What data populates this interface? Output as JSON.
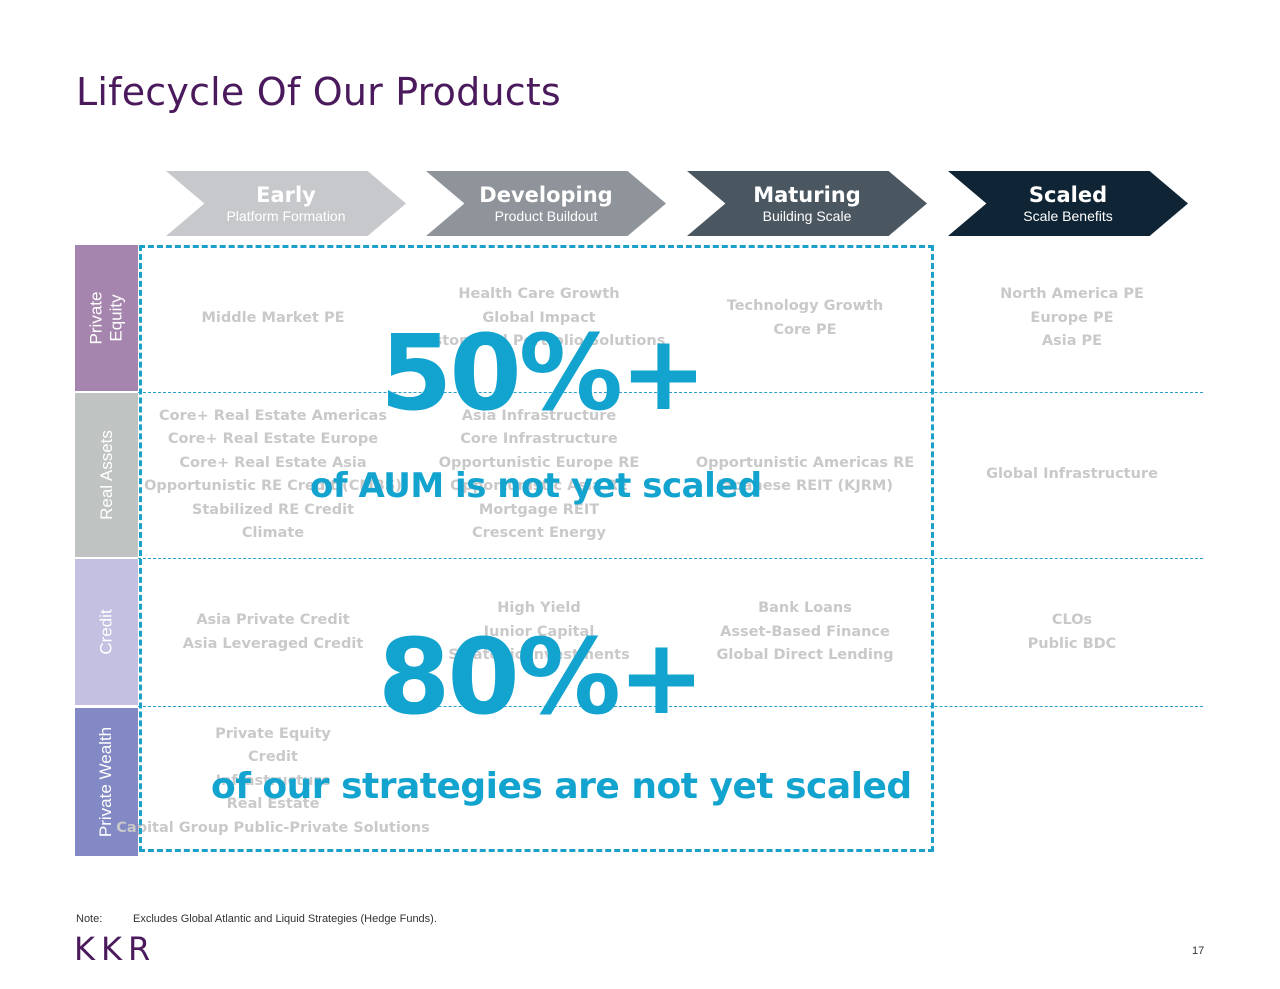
{
  "title": "Lifecycle Of Our Products",
  "stages": [
    {
      "name": "Early",
      "sub": "Platform Formation",
      "color": "#c6c8cb"
    },
    {
      "name": "Developing",
      "sub": "Product Buildout",
      "color": "#8e9499"
    },
    {
      "name": "Maturing",
      "sub": "Building Scale",
      "color": "#4a5660"
    },
    {
      "name": "Scaled",
      "sub": "Scale Benefits",
      "color": "#0f2434"
    }
  ],
  "categories": [
    {
      "label": "Private\nEquity",
      "color": "#a585ae"
    },
    {
      "label": "Real Assets",
      "color": "#bfc3c2"
    },
    {
      "label": "Credit",
      "color": "#c3c0e2"
    },
    {
      "label": "Private Wealth",
      "color": "#8389c4"
    }
  ],
  "grid": [
    [
      [
        "Middle Market PE"
      ],
      [
        "Health Care Growth",
        "Global Impact",
        "Customized Portfolio Solutions"
      ],
      [
        "Technology Growth",
        "Core PE"
      ],
      [
        "North America PE",
        "Europe PE",
        "Asia PE"
      ]
    ],
    [
      [
        "Core+ Real Estate Americas",
        "Core+ Real Estate Europe",
        "Core+ Real Estate Asia",
        "Opportunistic RE Credit (CMBS)",
        "Stabilized RE Credit",
        "Climate"
      ],
      [
        "Asia Infrastructure",
        "Core Infrastructure",
        "Opportunistic Europe RE",
        "Opportunistic Asia RE",
        "Mortgage REIT",
        "Crescent Energy"
      ],
      [
        "Opportunistic Americas RE",
        "Japanese REIT (KJRM)"
      ],
      [
        "Global Infrastructure"
      ]
    ],
    [
      [
        "Asia Private Credit",
        "Asia Leveraged Credit"
      ],
      [
        "High Yield",
        "Junior Capital",
        "Strategic Investments"
      ],
      [
        "Bank Loans",
        "Asset-Based Finance",
        "Global Direct Lending"
      ],
      [
        "CLOs",
        "Public BDC"
      ]
    ],
    [
      [
        "Private Equity",
        "Credit",
        "Infrastructure",
        "Real Estate",
        "Capital Group Public-Private Solutions"
      ],
      [],
      [],
      []
    ]
  ],
  "overlay": {
    "stat1": "50%+",
    "caption1": "of AUM is not yet scaled",
    "stat2": "80%+",
    "caption2": "of our strategies are not yet scaled",
    "color": "#12a3cf"
  },
  "note_label": "Note:",
  "note_text": "Excludes Global Atlantic and Liquid Strategies (Hedge Funds).",
  "logo": "KKR",
  "page_number": "17"
}
